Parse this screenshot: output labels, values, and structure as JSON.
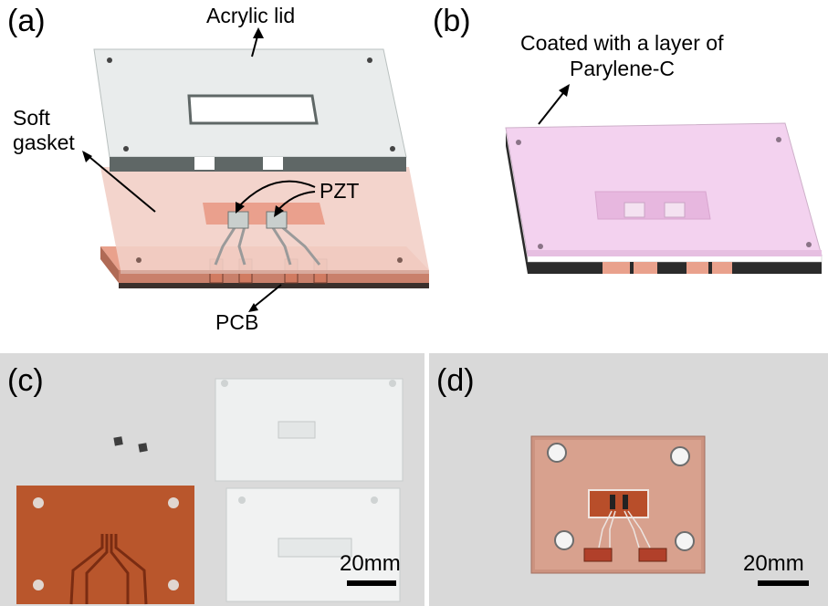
{
  "panels": {
    "a": {
      "label": "(a)",
      "annotations": {
        "lid": "Acrylic lid",
        "gasket_line1": "Soft",
        "gasket_line2": "gasket",
        "pzt": "PZT",
        "pcb": "PCB"
      }
    },
    "b": {
      "label": "(b)",
      "annotations": {
        "coating_line1": "Coated with a layer of",
        "coating_line2": "Parylene-C"
      }
    },
    "c": {
      "label": "(c)",
      "scale_bar": "20mm"
    },
    "d": {
      "label": "(d)",
      "scale_bar": "20mm"
    }
  },
  "colors": {
    "lid": "#e9ecec",
    "lid_edge": "#5f6766",
    "gasket": "#f2cfc6",
    "pcb": "#e9a18c",
    "pcb_edge": "#c9806b",
    "parylene": "#f3d2ef",
    "photo_bg": "#dcdcdc",
    "copper_board": "#b9562c"
  }
}
